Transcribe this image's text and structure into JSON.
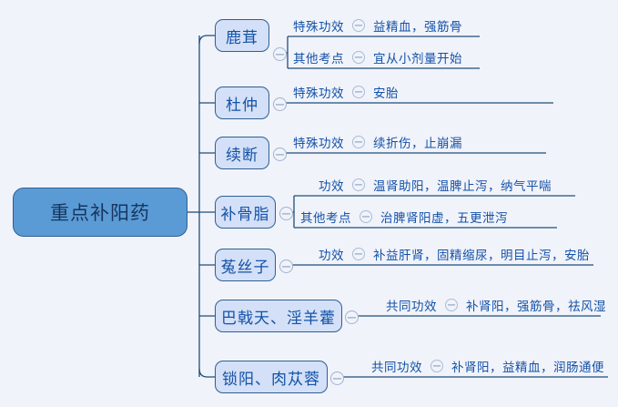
{
  "mindmap": {
    "root": {
      "label": "重点补阳药"
    },
    "toggle_icon": "collapse-minus-icon",
    "branches": [
      {
        "id": "lurong",
        "label": "鹿茸",
        "rows": [
          {
            "key": "特殊功效",
            "value": "益精血，强筋骨"
          },
          {
            "key": "其他考点",
            "value": "宜从小剂量开始"
          }
        ]
      },
      {
        "id": "duzhong",
        "label": "杜仲",
        "rows": [
          {
            "key": "特殊功效",
            "value": "安胎"
          }
        ]
      },
      {
        "id": "xuduan",
        "label": "续断",
        "rows": [
          {
            "key": "特殊功效",
            "value": "续折伤，止崩漏"
          }
        ]
      },
      {
        "id": "buguzhi",
        "label": "补骨脂",
        "rows": [
          {
            "key": "功效",
            "value": "温肾助阳，温脾止泻，纳气平喘"
          },
          {
            "key": "其他考点",
            "value": "治脾肾阳虚，五更泄泻"
          }
        ]
      },
      {
        "id": "tusizi",
        "label": "菟丝子",
        "rows": [
          {
            "key": "功效",
            "value": "补益肝肾，固精缩尿，明目止泻，安胎"
          }
        ]
      },
      {
        "id": "bajitian",
        "label": "巴戟天、淫羊藿",
        "rows": [
          {
            "key": "共同功效",
            "value": "补肾阳，强筋骨，祛风湿"
          }
        ]
      },
      {
        "id": "suoyang",
        "label": "锁阳、肉苁蓉",
        "rows": [
          {
            "key": "共同功效",
            "value": "补肾阳，益精血，润肠通便"
          }
        ]
      }
    ],
    "colors": {
      "background": "#f1f3fa",
      "root_fill": "#5b9bd5",
      "root_border": "#2e5f93",
      "root_text": "#15355e",
      "node_fill": "#d3e0f7",
      "node_border": "#2e5f93",
      "node_text": "#1452a8",
      "line": "#1f4e79",
      "leaf_text": "#1452a8"
    }
  }
}
